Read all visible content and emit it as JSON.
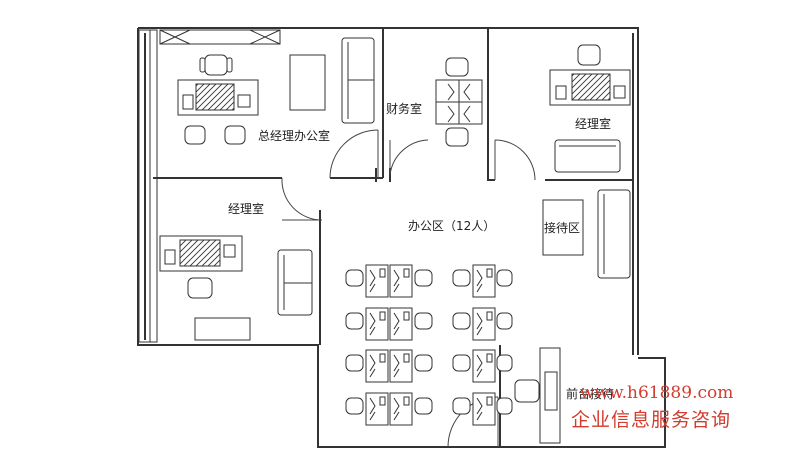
{
  "rooms": {
    "gm_office": "总经理办公室",
    "finance": "财务室",
    "manager_right": "经理室",
    "manager_left": "经理室",
    "office_area": "办公区（12人）",
    "reception_area": "接待区",
    "front_desk": "前台接待"
  },
  "watermark": {
    "url": "www.h61889.com",
    "tagline": "企业信息服务咨询"
  }
}
